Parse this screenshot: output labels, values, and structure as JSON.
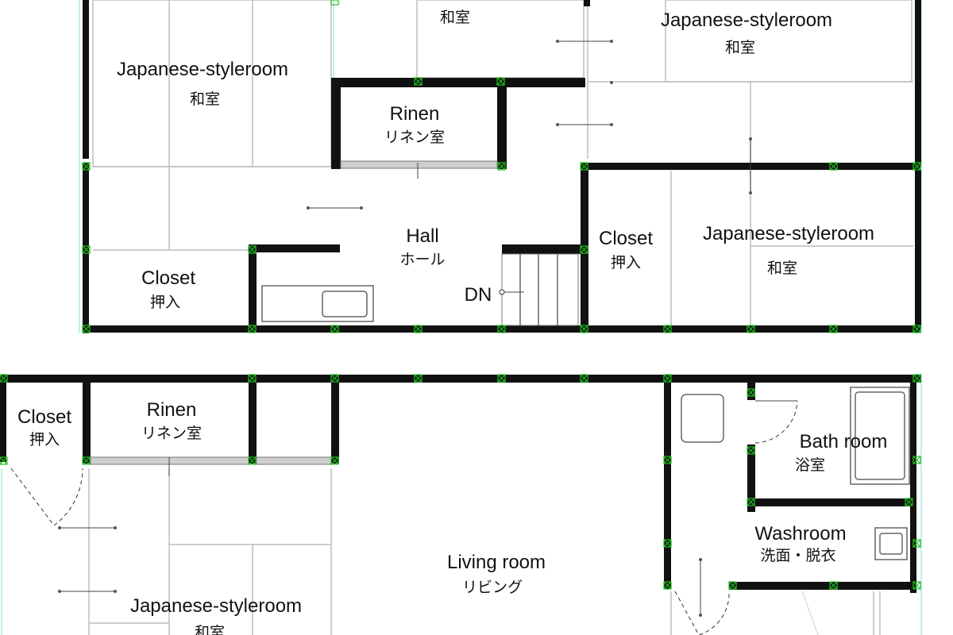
{
  "floors": {
    "upper": {
      "rooms": [
        {
          "key": "jp_room_top_mid",
          "en": "",
          "jp": "和室"
        },
        {
          "key": "jp_room_top_right",
          "en": "Japanese-styleroom",
          "jp": "和室"
        },
        {
          "key": "jp_room_left",
          "en": "Japanese-styleroom",
          "jp": "和室"
        },
        {
          "key": "rinen",
          "en": "Rinen",
          "jp": "リネン室"
        },
        {
          "key": "hall",
          "en": "Hall",
          "jp": "ホール"
        },
        {
          "key": "closet_right",
          "en": "Closet",
          "jp": "押入"
        },
        {
          "key": "jp_room_right",
          "en": "Japanese-styleroom",
          "jp": "和室"
        },
        {
          "key": "closet_left",
          "en": "Closet",
          "jp": "押入"
        }
      ],
      "stair_label": "DN"
    },
    "lower": {
      "rooms": [
        {
          "key": "closet",
          "en": "Closet",
          "jp": "押入"
        },
        {
          "key": "rinen",
          "en": "Rinen",
          "jp": "リネン室"
        },
        {
          "key": "bath",
          "en": "Bath room",
          "jp": "浴室"
        },
        {
          "key": "washroom",
          "en": "Washroom",
          "jp": "洗面・脱衣"
        },
        {
          "key": "living",
          "en": "Living room",
          "jp": "リビング"
        },
        {
          "key": "jp_room",
          "en": "Japanese-styleroom",
          "jp": "和室"
        }
      ]
    }
  }
}
